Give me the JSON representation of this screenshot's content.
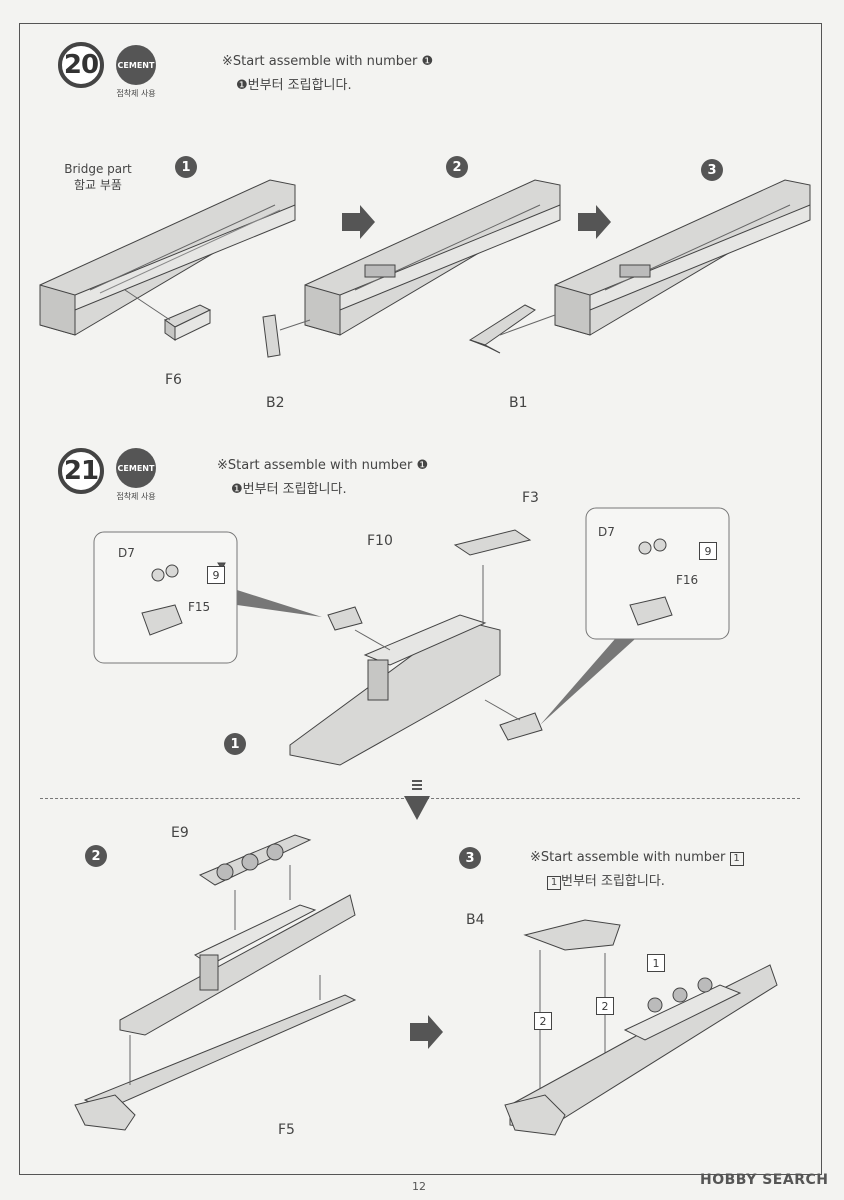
{
  "step20": {
    "number": "20",
    "cement": "CEMENT",
    "cement_sub": "접착제 사용",
    "note_en": "※Start assemble with number ❶",
    "note_ko": "❶번부터 조립합니다.",
    "sub1": "1",
    "sub2": "2",
    "sub3": "3",
    "bridge_label_en": "Bridge part",
    "bridge_label_ko": "함교 부품",
    "part_f6": "F6",
    "part_b2": "B2",
    "part_b1": "B1"
  },
  "step21": {
    "number": "21",
    "cement": "CEMENT",
    "cement_sub": "접착제 사용",
    "note_en": "※Start assemble with number ❶",
    "note_ko": "❶번부터 조립합니다.",
    "sub1": "1",
    "sub2": "2",
    "sub3": "3",
    "part_d7_left": "D7",
    "part_d7_right": "D7",
    "badge_9_left": "9",
    "badge_9_right": "9",
    "part_f15": "F15",
    "part_f16": "F16",
    "part_f10": "F10",
    "part_f3": "F3",
    "part_e9": "E9",
    "part_f5": "F5",
    "part_b4": "B4",
    "note3_en": "※Start assemble with number",
    "note3_box": "1",
    "note3_ko": "번부터 조립합니다.",
    "note3_ko_box": "1",
    "tag_1": "1",
    "tag_2a": "2",
    "tag_2b": "2"
  },
  "page_number": "12",
  "watermark": "HOBBY SEARCH"
}
